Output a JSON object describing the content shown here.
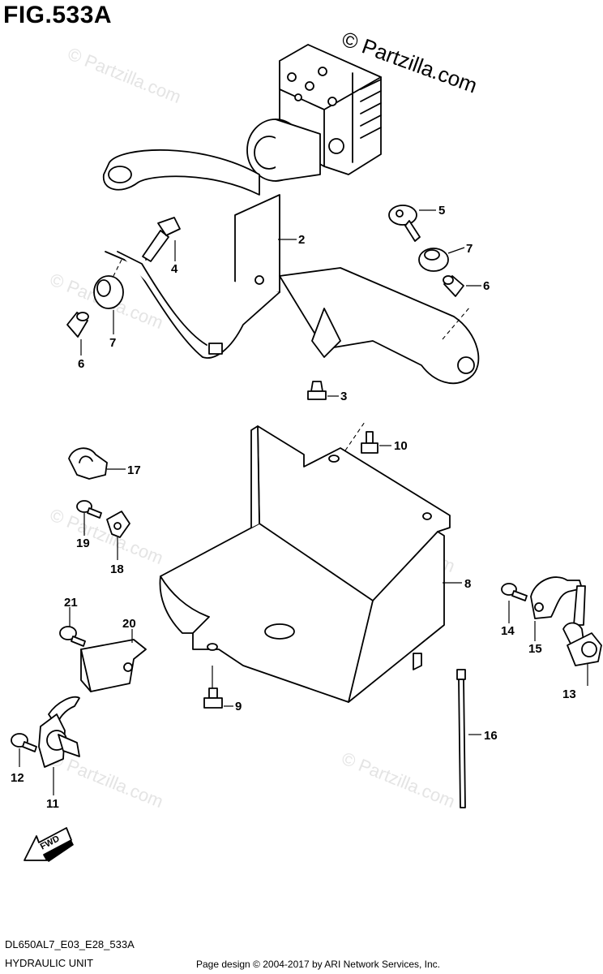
{
  "figure": {
    "title": "FIG.533A",
    "logo_text": "© Partzilla.com",
    "watermark_text": "© Partzilla.com"
  },
  "callouts": [
    {
      "id": "c1",
      "label": "2"
    },
    {
      "id": "c2",
      "label": "3"
    },
    {
      "id": "c3",
      "label": "4"
    },
    {
      "id": "c4",
      "label": "5"
    },
    {
      "id": "c5",
      "label": "6"
    },
    {
      "id": "c6",
      "label": "6"
    },
    {
      "id": "c7",
      "label": "7"
    },
    {
      "id": "c8",
      "label": "7"
    },
    {
      "id": "c9",
      "label": "8"
    },
    {
      "id": "c10",
      "label": "9"
    },
    {
      "id": "c11",
      "label": "10"
    },
    {
      "id": "c12",
      "label": "11"
    },
    {
      "id": "c13",
      "label": "12"
    },
    {
      "id": "c14",
      "label": "13"
    },
    {
      "id": "c15",
      "label": "14"
    },
    {
      "id": "c16",
      "label": "15"
    },
    {
      "id": "c17",
      "label": "16"
    },
    {
      "id": "c18",
      "label": "17"
    },
    {
      "id": "c19",
      "label": "18"
    },
    {
      "id": "c20",
      "label": "19"
    },
    {
      "id": "c21",
      "label": "20"
    },
    {
      "id": "c22",
      "label": "21"
    }
  ],
  "direction_arrow": "FWD",
  "footer": {
    "model_code": "DL650AL7_E03_E28_533A",
    "unit_name": "HYDRAULIC UNIT",
    "credit": "Page design © 2004-2017 by ARI Network Services, Inc."
  }
}
